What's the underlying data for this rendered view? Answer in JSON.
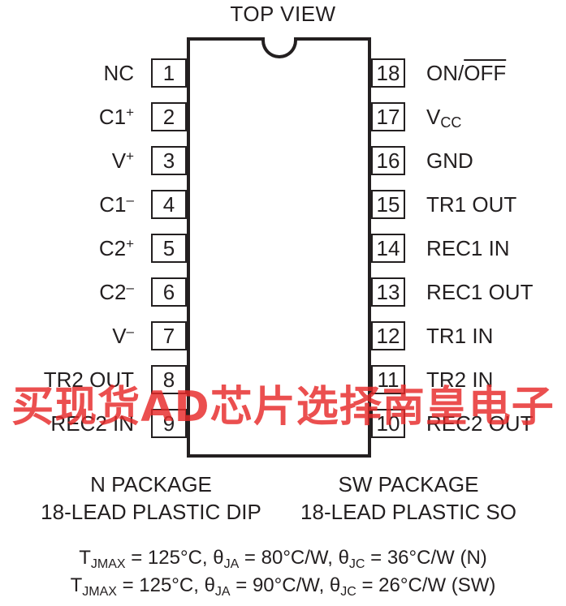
{
  "title": "TOP VIEW",
  "left_pins": [
    {
      "num": "1",
      "name": "NC",
      "sup": ""
    },
    {
      "num": "2",
      "name": "C1",
      "sup": "+"
    },
    {
      "num": "3",
      "name": "V",
      "sup": "+"
    },
    {
      "num": "4",
      "name": "C1",
      "sup": "–"
    },
    {
      "num": "5",
      "name": "C2",
      "sup": "+"
    },
    {
      "num": "6",
      "name": "C2",
      "sup": "–"
    },
    {
      "num": "7",
      "name": "V",
      "sup": "–"
    },
    {
      "num": "8",
      "name": "TR2 OUT",
      "sup": ""
    },
    {
      "num": "9",
      "name": "REC2 IN",
      "sup": ""
    }
  ],
  "right_pins": [
    {
      "num": "18",
      "name": "ON/",
      "overline": "OFF",
      "sub": ""
    },
    {
      "num": "17",
      "name": "V",
      "overline": "",
      "sub": "CC"
    },
    {
      "num": "16",
      "name": "GND",
      "overline": "",
      "sub": ""
    },
    {
      "num": "15",
      "name": "TR1 OUT",
      "overline": "",
      "sub": ""
    },
    {
      "num": "14",
      "name": "REC1 IN",
      "overline": "",
      "sub": ""
    },
    {
      "num": "13",
      "name": "REC1 OUT",
      "overline": "",
      "sub": ""
    },
    {
      "num": "12",
      "name": "TR1 IN",
      "overline": "",
      "sub": ""
    },
    {
      "num": "11",
      "name": "TR2 IN",
      "overline": "",
      "sub": ""
    },
    {
      "num": "10",
      "name": "REC2 OUT",
      "overline": "",
      "sub": ""
    }
  ],
  "packages": {
    "left": {
      "line1": "N PACKAGE",
      "line2": "18-LEAD PLASTIC DIP"
    },
    "right": {
      "line1": "SW PACKAGE",
      "line2": "18-LEAD PLASTIC SO"
    }
  },
  "thermal": [
    {
      "t": "T",
      "t_sub": "JMAX",
      "t_val": " = 125°C, θ",
      "ja_sub": "JA",
      "ja_val": " = 80°C/W, θ",
      "jc_sub": "JC",
      "jc_val": " = 36°C/W (N)"
    },
    {
      "t": "T",
      "t_sub": "JMAX",
      "t_val": " = 125°C, θ",
      "ja_sub": "JA",
      "ja_val": " = 90°C/W, θ",
      "jc_sub": "JC",
      "jc_val": " = 26°C/W (SW)"
    }
  ],
  "watermark": "买现货AD芯片选择南皇电子",
  "colors": {
    "ink": "#231f20",
    "watermark": "#e62828"
  }
}
